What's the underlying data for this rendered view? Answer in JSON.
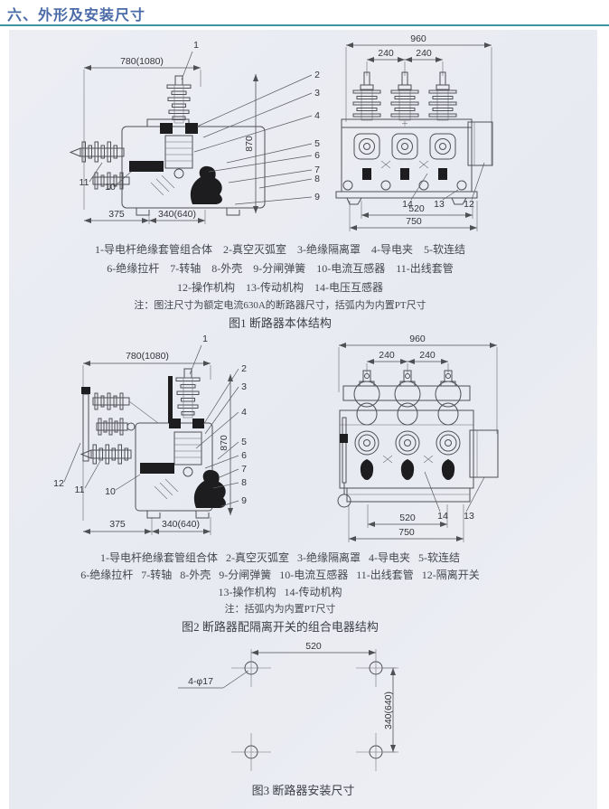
{
  "header": {
    "title": "六、外形及安装尺寸"
  },
  "figure1": {
    "side_view": {
      "dims": {
        "width_top": "780(1080)",
        "height": "870",
        "left_offset": "375",
        "base_width": "340(640)"
      },
      "callouts": [
        "1",
        "2",
        "3",
        "4",
        "5",
        "6",
        "7",
        "8",
        "9",
        "10",
        "11"
      ]
    },
    "front_view": {
      "dims": {
        "width_top": "960",
        "pole_pitch_left": "240",
        "pole_pitch_right": "240",
        "mount_width": "520",
        "base_width": "750"
      },
      "callouts": [
        "14",
        "13",
        "12"
      ]
    },
    "legend": [
      "1-导电杆绝缘套管组合体    2-真空灭弧室    3-绝缘隔离罩    4-导电夹    5-软连结",
      "6-绝缘拉杆    7-转轴    8-外壳    9-分闸弹簧    10-电流互感器    11-出线套管",
      "12-操作机构    13-传动机构    14-电压互感器"
    ],
    "note": "注：图注尺寸为额定电流630A的断路器尺寸，括弧内为内置PT尺寸",
    "caption": "图1 断路器本体结构"
  },
  "figure2": {
    "side_view": {
      "dims": {
        "width_top": "780(1080)",
        "height": "870",
        "left_offset": "375",
        "base_width": "340(640)"
      },
      "callouts": [
        "1",
        "2",
        "3",
        "4",
        "5",
        "6",
        "7",
        "8",
        "9",
        "10",
        "11",
        "12"
      ]
    },
    "front_view": {
      "dims": {
        "width_top": "960",
        "pole_pitch_left": "240",
        "pole_pitch_right": "240",
        "mount_width": "520",
        "base_width": "750"
      },
      "callouts": [
        "14",
        "13"
      ]
    },
    "legend": [
      "1-导电杆绝缘套管组合体   2-真空灭弧室   3-绝缘隔离罩   4-导电夹   5-软连结",
      "6-绝缘拉杆   7-转轴   8-外壳   9-分闸弹簧   10-电流互感器   11-出线套管   12-隔离开关",
      "13-操作机构   14-传动机构"
    ],
    "note": "注：括弧内为内置PT尺寸",
    "caption": "图2 断路器配隔离开关的组合电器结构"
  },
  "figure3": {
    "dims": {
      "hole_pitch_width": "520",
      "hole_pitch_height": "340(640)",
      "holes": "4-φ17"
    },
    "caption": "图3 断路器安装尺寸"
  }
}
